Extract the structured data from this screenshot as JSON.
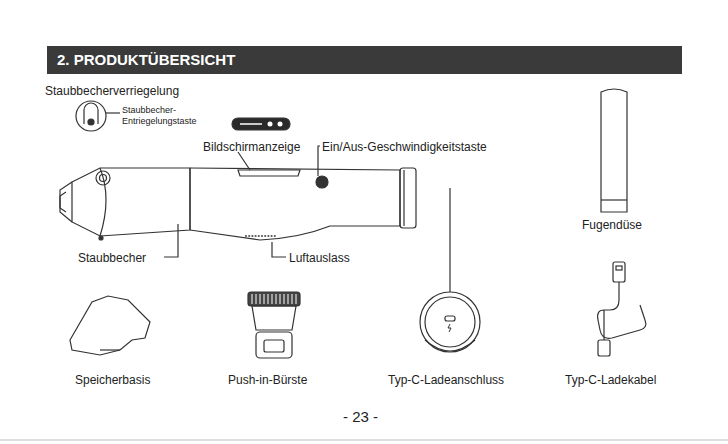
{
  "diagram": {
    "title": "2. PRODUKTÜBERSICHT",
    "labels": [
      "Staubbecherverriegelung",
      "Staubbecher- Entriegelungstaste",
      "Bildschirmanzeige",
      "Ein/Aus-Geschwindigkeitstaste",
      "Fugendüse",
      "Staubbecher",
      "Luftauslass",
      "Speicherbasis",
      "Push-in-Bürste",
      "Typ-C-Ladeanschluss",
      "Typ-C-Ladekabel",
      "- 23 -"
    ]
  }
}
